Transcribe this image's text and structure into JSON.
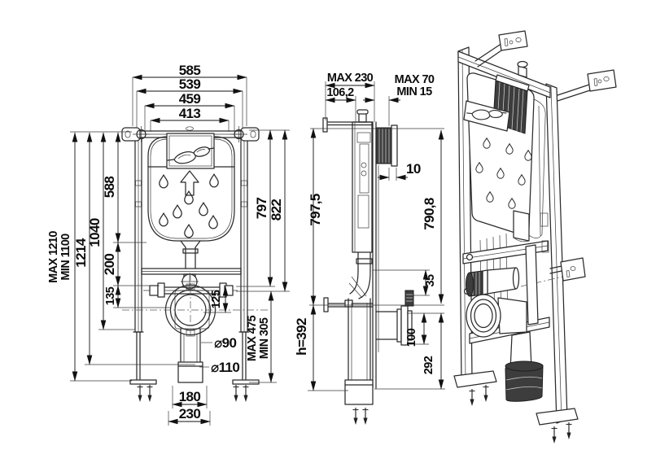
{
  "front_view": {
    "top_dims": [
      "585",
      "539",
      "459",
      "413"
    ],
    "max_height": "MAX 1210",
    "min_height": "MIN 1100",
    "overall": "1214",
    "rail_length": "1040",
    "seg_588": "588",
    "seg_200": "200",
    "seg_135": "135",
    "right_797": "797",
    "right_822": "822",
    "dim_125": "125",
    "outlet_max": "MAX 475",
    "outlet_min": "MIN 305",
    "pipe_d90": "⌀90",
    "pipe_d110": "⌀110",
    "bottom_180": "180",
    "bottom_230": "230"
  },
  "side_view": {
    "depth_max": "MAX 230",
    "depth_106": "106,2",
    "plate_max": "MAX 70",
    "plate_min": "MIN 15",
    "gap_10": "10",
    "height_797": "797,5",
    "height_790": "790,8",
    "dim_35": "35",
    "dim_100": "100",
    "dim_292": "292",
    "outlet_height": "h=392"
  }
}
